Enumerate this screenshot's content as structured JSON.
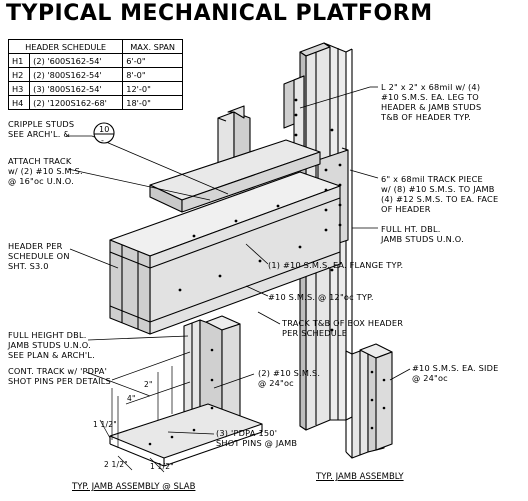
{
  "title": "TYPICAL MECHANICAL PLATFORM",
  "header_schedule": {
    "col_header": "HEADER SCHEDULE",
    "col_span": "MAX. SPAN",
    "rows": [
      {
        "id": "H1",
        "header": "(2) '600S162-54'",
        "span": "6'-0\""
      },
      {
        "id": "H2",
        "header": "(2) '800S162-54'",
        "span": "8'-0\""
      },
      {
        "id": "H3",
        "header": "(3) '800S162-54'",
        "span": "12'-0\""
      },
      {
        "id": "H4",
        "header": "(2) '1200S162-68'",
        "span": "18'-0\""
      }
    ]
  },
  "callouts": {
    "cripple": [
      "CRIPPLE STUDS",
      "SEE ARCH'L. &"
    ],
    "cripple_tag_top": "10",
    "cripple_tag_bottom": "-",
    "attach_track": [
      "ATTACH TRACK",
      "w/ (2) #10 S.M.S.",
      "@ 16\"oc U.N.O."
    ],
    "header_per": [
      "HEADER PER",
      "SCHEDULE ON",
      "SHT. S3.0"
    ],
    "angle": [
      "L 2\" x 2\" x 68mil w/ (4)",
      "#10 S.M.S. EA. LEG TO",
      "HEADER & JAMB STUDS",
      "T&B OF HEADER TYP."
    ],
    "track_piece": [
      "6\" x 68mil TRACK PIECE",
      "w/ (8) #10 S.M.S. TO JAMB",
      "(4) #12 S.M.S. TO EA. FACE",
      "OF HEADER"
    ],
    "full_ht": [
      "FULL HT. DBL.",
      "JAMB STUDS U.N.O."
    ],
    "flange": "(1) #10 S.M.S. EA. FLANGE TYP.",
    "sms12": "#10 S.M.S. @ 12\"oc TYP.",
    "track_tb": [
      "TRACK T&B OF BOX HEADER",
      "PER SCHEDULE"
    ],
    "full_height_dbl": [
      "FULL HEIGHT DBL.",
      "JAMB STUDS U.N.O.",
      "SEE PLAN & ARCH'L."
    ],
    "cont_track": [
      "CONT. TRACK w/ 'PDPA'",
      "SHOT PINS PER DETAILS"
    ],
    "sms24": [
      "(2) #10 S.M.S.",
      "@ 24\"oc"
    ],
    "shot_pins": [
      "(3) 'PDPA-150'",
      "SHOT PINS @ JAMB"
    ],
    "sms_side": [
      "#10 S.M.S. EA. SIDE",
      "@ 24\"oc"
    ]
  },
  "dimensions": [
    "4\"",
    "2\"",
    "1 1/2\"",
    "2 1/2\"",
    "1 1/2\""
  ],
  "captions": {
    "slab": "TYP. JAMB ASSEMBLY @ SLAB",
    "jamb": "TYP. JAMB ASSEMBLY"
  }
}
